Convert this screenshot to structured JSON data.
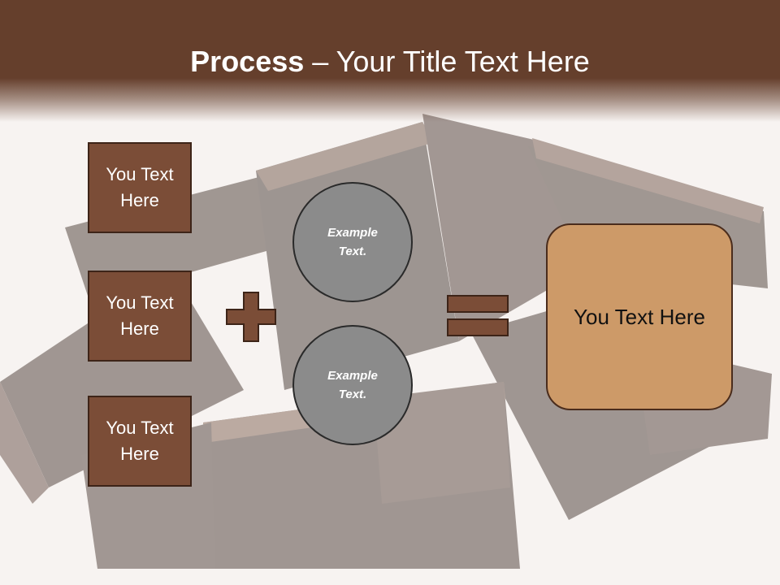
{
  "slide": {
    "title_bold": "Process",
    "title_rest": " – Your Title Text Here",
    "left_boxes": [
      {
        "label": "You Text Here"
      },
      {
        "label": "You Text Here"
      },
      {
        "label": "You Text Here"
      }
    ],
    "circles": [
      {
        "label": "Example Text."
      },
      {
        "label": "Example Text."
      }
    ],
    "result": {
      "label": "You Text Here"
    }
  },
  "colors": {
    "header": "#653f2c",
    "box_fill": "#7b4d37",
    "box_border": "#3d2418",
    "circle_fill": "#8b8b8b",
    "result_fill": "#cd9a68"
  },
  "icons": {
    "plus": "plus-icon",
    "equals": "equals-icon"
  }
}
